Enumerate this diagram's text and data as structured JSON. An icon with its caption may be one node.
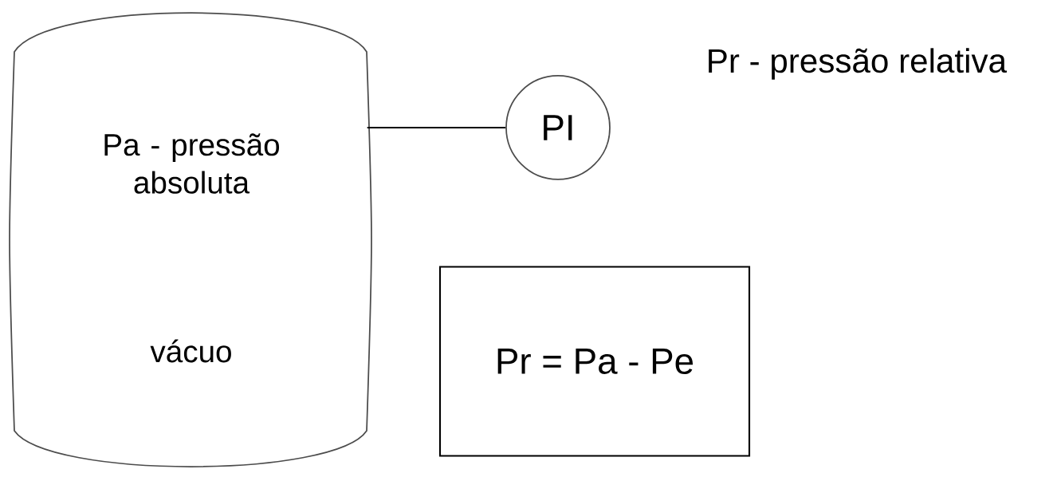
{
  "diagram": {
    "nodes": [
      {
        "text": [
          "Pa - pressão absoluta",
          "vácuo"
        ]
      },
      {
        "text": [
          "PI"
        ],
        "beside": [
          "Pr - pressão relativa"
        ]
      },
      {
        "text": [
          "Pr = Pa - Pe"
        ]
      }
    ],
    "edges": [
      {
        "from": 0,
        "to": 1,
        "arrow": "none"
      }
    ]
  }
}
